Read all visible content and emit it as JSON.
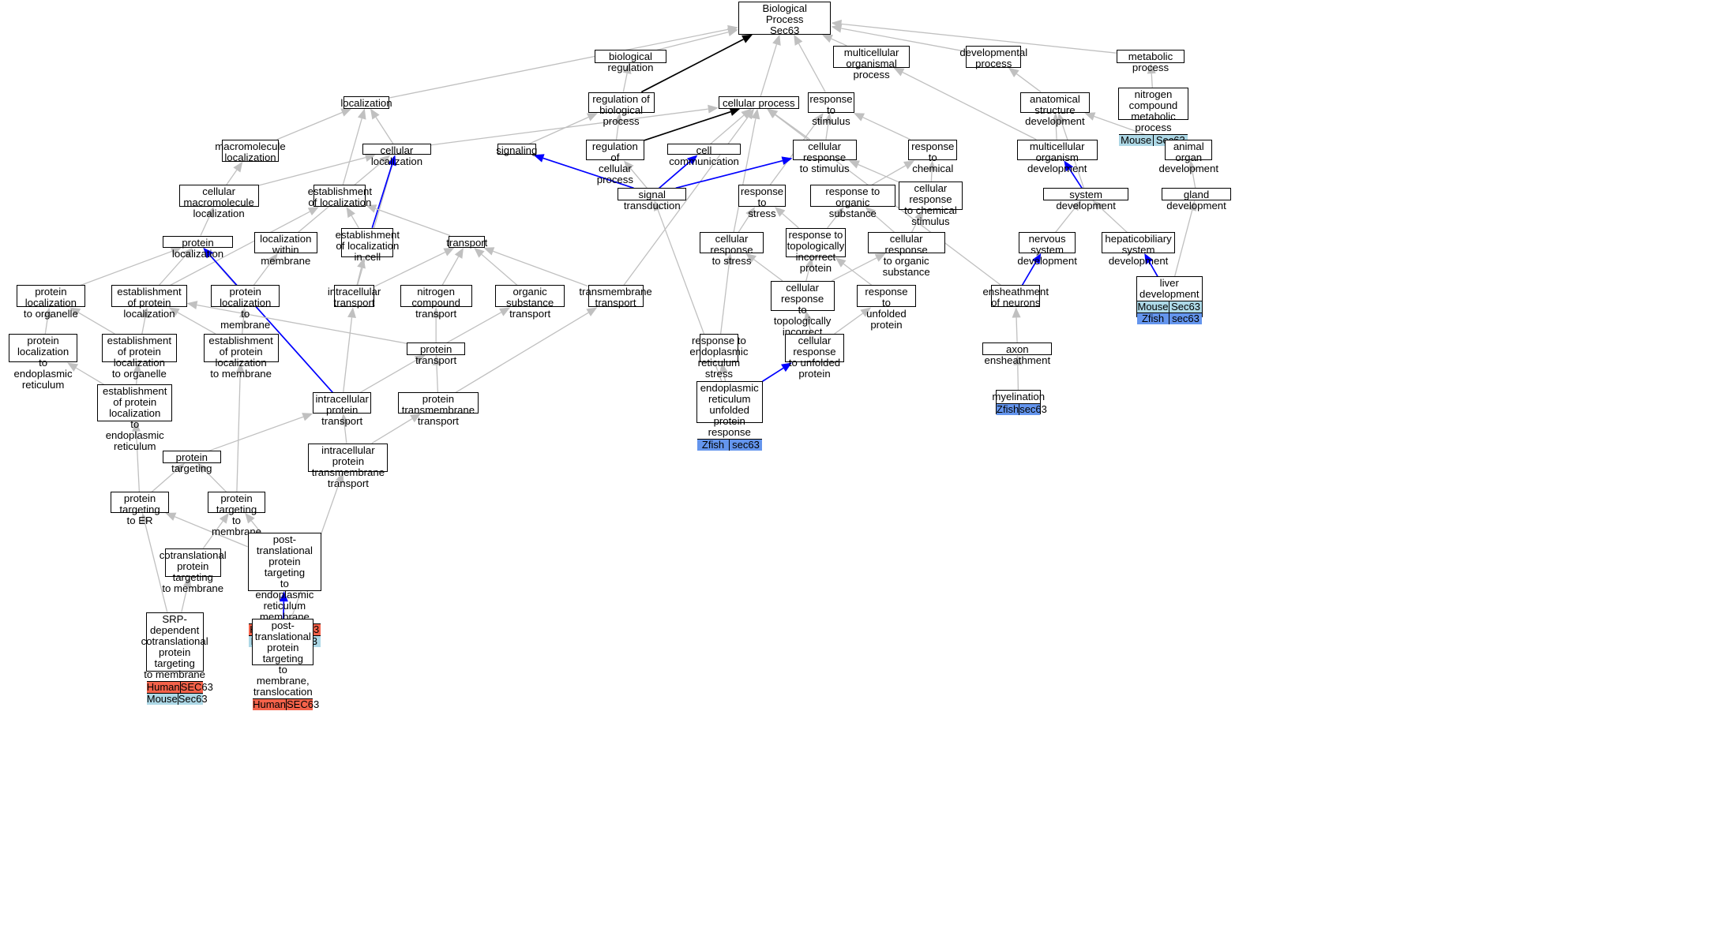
{
  "colors": {
    "edge_default": "#c0c0c0",
    "edge_highlight": "#0000ff",
    "edge_root": "#000000",
    "human": "#f4624a",
    "mouse": "#add8e6",
    "zfish": "#6495ed"
  },
  "nodes": [
    {
      "id": "bp",
      "label": "Biological Process\nSec63",
      "genes": []
    },
    {
      "id": "bioreg",
      "label": "biological regulation",
      "genes": []
    },
    {
      "id": "mop",
      "label": "multicellular\norganismal process",
      "genes": []
    },
    {
      "id": "devproc",
      "label": "developmental\nprocess",
      "genes": []
    },
    {
      "id": "metab",
      "label": "metabolic process",
      "genes": []
    },
    {
      "id": "nitmeta",
      "label": "nitrogen compound\nmetabolic process",
      "genes": [
        {
          "species": "Mouse",
          "gene": "Sec63"
        }
      ]
    },
    {
      "id": "loc",
      "label": "localization",
      "genes": []
    },
    {
      "id": "regbp",
      "label": "regulation of\nbiological process",
      "genes": []
    },
    {
      "id": "cellproc",
      "label": "cellular process",
      "genes": []
    },
    {
      "id": "respstim",
      "label": "response to\nstimulus",
      "genes": []
    },
    {
      "id": "anatdev",
      "label": "anatomical structure\ndevelopment",
      "genes": []
    },
    {
      "id": "macroloc",
      "label": "macromolecule\nlocalization",
      "genes": []
    },
    {
      "id": "cellloc",
      "label": "cellular localization",
      "genes": []
    },
    {
      "id": "signaling",
      "label": "signaling",
      "genes": []
    },
    {
      "id": "regcp",
      "label": "regulation of\ncellular process",
      "genes": []
    },
    {
      "id": "cellcomm",
      "label": "cell communication",
      "genes": []
    },
    {
      "id": "cellrespstim",
      "label": "cellular response\nto stimulus",
      "genes": []
    },
    {
      "id": "respchem",
      "label": "response to\nchemical",
      "genes": []
    },
    {
      "id": "mcodev",
      "label": "multicellular\norganism development",
      "genes": []
    },
    {
      "id": "animorg",
      "label": "animal organ\ndevelopment",
      "genes": []
    },
    {
      "id": "cmacroloc",
      "label": "cellular macromolecule\nlocalization",
      "genes": []
    },
    {
      "id": "estloc",
      "label": "establishment\nof localization",
      "genes": []
    },
    {
      "id": "sigtrans",
      "label": "signal transduction",
      "genes": []
    },
    {
      "id": "respstress",
      "label": "response to\nstress",
      "genes": []
    },
    {
      "id": "resporg",
      "label": "response to\norganic substance",
      "genes": []
    },
    {
      "id": "cellrespchem",
      "label": "cellular response\nto chemical\nstimulus",
      "genes": []
    },
    {
      "id": "sysdev",
      "label": "system development",
      "genes": []
    },
    {
      "id": "glanddev",
      "label": "gland development",
      "genes": []
    },
    {
      "id": "protloc",
      "label": "protein localization",
      "genes": []
    },
    {
      "id": "locmem",
      "label": "localization\nwithin membrane",
      "genes": []
    },
    {
      "id": "estlocincell",
      "label": "establishment\nof localization\nin cell",
      "genes": []
    },
    {
      "id": "transport",
      "label": "transport",
      "genes": []
    },
    {
      "id": "cellrespstress",
      "label": "cellular response\nto stress",
      "genes": []
    },
    {
      "id": "resptopo",
      "label": "response to\ntopologically\nincorrect protein",
      "genes": []
    },
    {
      "id": "cellresporg",
      "label": "cellular response\nto organic substance",
      "genes": []
    },
    {
      "id": "nervdev",
      "label": "nervous system\ndevelopment",
      "genes": []
    },
    {
      "id": "hepdev",
      "label": "hepaticobiliary\nsystem development",
      "genes": []
    },
    {
      "id": "livdev",
      "label": "liver development",
      "genes": [
        {
          "species": "Mouse",
          "gene": "Sec63"
        },
        {
          "species": "Zfish",
          "gene": "sec63"
        }
      ]
    },
    {
      "id": "protlocorg",
      "label": "protein localization\nto organelle",
      "genes": []
    },
    {
      "id": "estprotloc",
      "label": "establishment\nof protein localization",
      "genes": []
    },
    {
      "id": "protlocmem",
      "label": "protein localization\nto membrane",
      "genes": []
    },
    {
      "id": "intratrans",
      "label": "intracellular\ntransport",
      "genes": []
    },
    {
      "id": "nittrans",
      "label": "nitrogen compound\ntransport",
      "genes": []
    },
    {
      "id": "orgsubtrans",
      "label": "organic substance\ntransport",
      "genes": []
    },
    {
      "id": "tmtrans",
      "label": "transmembrane\ntransport",
      "genes": []
    },
    {
      "id": "cellresptopo",
      "label": "cellular response\nto topologically\nincorrect protein",
      "genes": []
    },
    {
      "id": "respunf",
      "label": "response to\nunfolded protein",
      "genes": []
    },
    {
      "id": "enshneur",
      "label": "ensheathment\nof neurons",
      "genes": []
    },
    {
      "id": "protlocer",
      "label": "protein localization\nto endoplasmic\nreticulum",
      "genes": []
    },
    {
      "id": "estprotlocorg",
      "label": "establishment\nof protein localization\nto organelle",
      "genes": []
    },
    {
      "id": "estprotlocmem",
      "label": "establishment\nof protein localization\nto membrane",
      "genes": []
    },
    {
      "id": "prottrans",
      "label": "protein transport",
      "genes": []
    },
    {
      "id": "resper",
      "label": "response to\nendoplasmic\nreticulum stress",
      "genes": []
    },
    {
      "id": "cellrespunf",
      "label": "cellular response\nto unfolded\nprotein",
      "genes": []
    },
    {
      "id": "axonensh",
      "label": "axon ensheathment",
      "genes": []
    },
    {
      "id": "estprotlocer",
      "label": "establishment\nof protein localization\nto endoplasmic\nreticulum",
      "genes": []
    },
    {
      "id": "intraprottrans",
      "label": "intracellular\nprotein transport",
      "genes": []
    },
    {
      "id": "prottmtrans",
      "label": "protein transmembrane\ntransport",
      "genes": []
    },
    {
      "id": "upr",
      "label": "endoplasmic\nreticulum unfolded\nprotein response",
      "genes": [
        {
          "species": "Zfish",
          "gene": "sec63"
        }
      ]
    },
    {
      "id": "myel",
      "label": "myelination",
      "genes": [
        {
          "species": "Zfish",
          "gene": "sec63"
        }
      ]
    },
    {
      "id": "prottarg",
      "label": "protein targeting",
      "genes": []
    },
    {
      "id": "intraprottmtrans",
      "label": "intracellular\nprotein transmembrane\ntransport",
      "genes": []
    },
    {
      "id": "prottarger",
      "label": "protein targeting\nto ER",
      "genes": []
    },
    {
      "id": "prottargmem",
      "label": "protein targeting\nto membrane",
      "genes": []
    },
    {
      "id": "posttranser",
      "label": "post-translational\nprotein targeting\nto endoplasmic\nreticulum membrane",
      "genes": [
        {
          "species": "Human",
          "gene": "SEC63"
        },
        {
          "species": "Mouse",
          "gene": "Sec63"
        }
      ]
    },
    {
      "id": "cotrans",
      "label": "cotranslational\nprotein targeting\nto membrane",
      "genes": []
    },
    {
      "id": "srp",
      "label": "SRP-dependent\ncotranslational\nprotein targeting\nto membrane",
      "genes": [
        {
          "species": "Human",
          "gene": "SEC63"
        },
        {
          "species": "Mouse",
          "gene": "Sec63"
        }
      ]
    },
    {
      "id": "posttransloc",
      "label": "post-translational\nprotein targeting\nto membrane,\ntranslocation",
      "genes": [
        {
          "species": "Human",
          "gene": "SEC63"
        }
      ]
    }
  ],
  "edges": [
    {
      "from": "bioreg",
      "to": "bp",
      "style": "default"
    },
    {
      "from": "mop",
      "to": "bp",
      "style": "default"
    },
    {
      "from": "devproc",
      "to": "bp",
      "style": "default"
    },
    {
      "from": "metab",
      "to": "bp",
      "style": "default"
    },
    {
      "from": "loc",
      "to": "bp",
      "style": "default"
    },
    {
      "from": "cellproc",
      "to": "bp",
      "style": "default"
    },
    {
      "from": "respstim",
      "to": "bp",
      "style": "default"
    },
    {
      "from": "regbp",
      "to": "bp",
      "style": "root"
    },
    {
      "from": "nitmeta",
      "to": "metab",
      "style": "default"
    },
    {
      "from": "regbp",
      "to": "bioreg",
      "style": "default"
    },
    {
      "from": "anatdev",
      "to": "devproc",
      "style": "default"
    },
    {
      "from": "mcodev",
      "to": "mop",
      "style": "default"
    },
    {
      "from": "macroloc",
      "to": "loc",
      "style": "default"
    },
    {
      "from": "cellloc",
      "to": "loc",
      "style": "default"
    },
    {
      "from": "estloc",
      "to": "loc",
      "style": "default"
    },
    {
      "from": "regcp",
      "to": "regbp",
      "style": "default"
    },
    {
      "from": "signaling",
      "to": "regbp",
      "style": "default"
    },
    {
      "from": "regcp",
      "to": "cellproc",
      "style": "root"
    },
    {
      "from": "cellloc",
      "to": "cellproc",
      "style": "default"
    },
    {
      "from": "cellcomm",
      "to": "cellproc",
      "style": "default"
    },
    {
      "from": "cellrespstim",
      "to": "cellproc",
      "style": "default"
    },
    {
      "from": "tmtrans",
      "to": "cellproc",
      "style": "default"
    },
    {
      "from": "cellrespstress",
      "to": "cellproc",
      "style": "default"
    },
    {
      "from": "enshneur",
      "to": "cellproc",
      "style": "default"
    },
    {
      "from": "cellrespstim",
      "to": "respstim",
      "style": "default"
    },
    {
      "from": "respchem",
      "to": "respstim",
      "style": "default"
    },
    {
      "from": "respstress",
      "to": "respstim",
      "style": "default"
    },
    {
      "from": "mcodev",
      "to": "anatdev",
      "style": "default"
    },
    {
      "from": "animorg",
      "to": "anatdev",
      "style": "default"
    },
    {
      "from": "sysdev",
      "to": "anatdev",
      "style": "default"
    },
    {
      "from": "cmacroloc",
      "to": "macroloc",
      "style": "default"
    },
    {
      "from": "cmacroloc",
      "to": "cellloc",
      "style": "default"
    },
    {
      "from": "locmem",
      "to": "cellloc",
      "style": "default"
    },
    {
      "from": "intratrans",
      "to": "cellloc",
      "style": "default"
    },
    {
      "from": "estlocincell",
      "to": "cellloc",
      "style": "highlight"
    },
    {
      "from": "sigtrans",
      "to": "signaling",
      "style": "highlight"
    },
    {
      "from": "sigtrans",
      "to": "regcp",
      "style": "default"
    },
    {
      "from": "sigtrans",
      "to": "cellcomm",
      "style": "highlight"
    },
    {
      "from": "sigtrans",
      "to": "cellrespstim",
      "style": "highlight"
    },
    {
      "from": "cellrespchem",
      "to": "cellrespstim",
      "style": "default"
    },
    {
      "from": "resporg",
      "to": "respchem",
      "style": "default"
    },
    {
      "from": "cellrespchem",
      "to": "respchem",
      "style": "default"
    },
    {
      "from": "sysdev",
      "to": "mcodev",
      "style": "highlight"
    },
    {
      "from": "glanddev",
      "to": "animorg",
      "style": "default"
    },
    {
      "from": "protloc",
      "to": "cmacroloc",
      "style": "default"
    },
    {
      "from": "estlocincell",
      "to": "estloc",
      "style": "default"
    },
    {
      "from": "transport",
      "to": "estloc",
      "style": "default"
    },
    {
      "from": "estprotloc",
      "to": "estloc",
      "style": "default"
    },
    {
      "from": "upr",
      "to": "sigtrans",
      "style": "default"
    },
    {
      "from": "cellrespstress",
      "to": "respstress",
      "style": "default"
    },
    {
      "from": "resptopo",
      "to": "respstress",
      "style": "default"
    },
    {
      "from": "resptopo",
      "to": "resporg",
      "style": "default"
    },
    {
      "from": "cellresporg",
      "to": "resporg",
      "style": "default"
    },
    {
      "from": "cellresporg",
      "to": "cellrespchem",
      "style": "default"
    },
    {
      "from": "nervdev",
      "to": "sysdev",
      "style": "default"
    },
    {
      "from": "hepdev",
      "to": "sysdev",
      "style": "default"
    },
    {
      "from": "livdev",
      "to": "glanddev",
      "style": "default"
    },
    {
      "from": "protlocorg",
      "to": "protloc",
      "style": "default"
    },
    {
      "from": "estprotloc",
      "to": "protloc",
      "style": "default"
    },
    {
      "from": "protlocmem",
      "to": "protloc",
      "style": "default"
    },
    {
      "from": "intraprottrans",
      "to": "protloc",
      "style": "highlight"
    },
    {
      "from": "protlocmem",
      "to": "locmem",
      "style": "default"
    },
    {
      "from": "intratrans",
      "to": "estlocincell",
      "style": "default"
    },
    {
      "from": "intratrans",
      "to": "transport",
      "style": "default"
    },
    {
      "from": "nittrans",
      "to": "transport",
      "style": "default"
    },
    {
      "from": "orgsubtrans",
      "to": "transport",
      "style": "default"
    },
    {
      "from": "tmtrans",
      "to": "transport",
      "style": "default"
    },
    {
      "from": "resper",
      "to": "cellrespstress",
      "style": "default"
    },
    {
      "from": "cellresptopo",
      "to": "cellrespstress",
      "style": "default"
    },
    {
      "from": "cellresptopo",
      "to": "resptopo",
      "style": "default"
    },
    {
      "from": "respunf",
      "to": "resptopo",
      "style": "default"
    },
    {
      "from": "cellresptopo",
      "to": "cellresporg",
      "style": "default"
    },
    {
      "from": "enshneur",
      "to": "nervdev",
      "style": "highlight"
    },
    {
      "from": "livdev",
      "to": "hepdev",
      "style": "highlight"
    },
    {
      "from": "protlocer",
      "to": "protlocorg",
      "style": "default"
    },
    {
      "from": "estprotlocorg",
      "to": "protlocorg",
      "style": "default"
    },
    {
      "from": "estprotlocorg",
      "to": "estprotloc",
      "style": "default"
    },
    {
      "from": "estprotlocmem",
      "to": "estprotloc",
      "style": "default"
    },
    {
      "from": "prottrans",
      "to": "estprotloc",
      "style": "default"
    },
    {
      "from": "estprotlocmem",
      "to": "protlocmem",
      "style": "default"
    },
    {
      "from": "intraprottrans",
      "to": "intratrans",
      "style": "default"
    },
    {
      "from": "prottrans",
      "to": "nittrans",
      "style": "default"
    },
    {
      "from": "prottrans",
      "to": "orgsubtrans",
      "style": "default"
    },
    {
      "from": "prottmtrans",
      "to": "tmtrans",
      "style": "default"
    },
    {
      "from": "cellrespunf",
      "to": "cellresptopo",
      "style": "default"
    },
    {
      "from": "cellrespunf",
      "to": "respunf",
      "style": "default"
    },
    {
      "from": "axonensh",
      "to": "enshneur",
      "style": "default"
    },
    {
      "from": "estprotlocer",
      "to": "protlocer",
      "style": "default"
    },
    {
      "from": "estprotlocer",
      "to": "estprotlocorg",
      "style": "default"
    },
    {
      "from": "intraprottrans",
      "to": "prottrans",
      "style": "default"
    },
    {
      "from": "prottmtrans",
      "to": "prottrans",
      "style": "default"
    },
    {
      "from": "upr",
      "to": "resper",
      "style": "default"
    },
    {
      "from": "upr",
      "to": "cellrespunf",
      "style": "highlight"
    },
    {
      "from": "myel",
      "to": "axonensh",
      "style": "default"
    },
    {
      "from": "prottarg",
      "to": "intraprottrans",
      "style": "default"
    },
    {
      "from": "intraprottmtrans",
      "to": "intraprottrans",
      "style": "default"
    },
    {
      "from": "intraprottmtrans",
      "to": "prottmtrans",
      "style": "default"
    },
    {
      "from": "prottarger",
      "to": "estprotlocer",
      "style": "default"
    },
    {
      "from": "prottarger",
      "to": "prottarg",
      "style": "default"
    },
    {
      "from": "prottargmem",
      "to": "prottarg",
      "style": "default"
    },
    {
      "from": "prottargmem",
      "to": "estprotlocmem",
      "style": "default"
    },
    {
      "from": "posttranser",
      "to": "prottarger",
      "style": "default"
    },
    {
      "from": "posttranser",
      "to": "prottargmem",
      "style": "default"
    },
    {
      "from": "cotrans",
      "to": "prottargmem",
      "style": "default"
    },
    {
      "from": "srp",
      "to": "cotrans",
      "style": "default"
    },
    {
      "from": "srp",
      "to": "prottarger",
      "style": "default"
    },
    {
      "from": "posttransloc",
      "to": "posttranser",
      "style": "highlight"
    },
    {
      "from": "posttransloc",
      "to": "intraprottmtrans",
      "style": "default"
    }
  ]
}
